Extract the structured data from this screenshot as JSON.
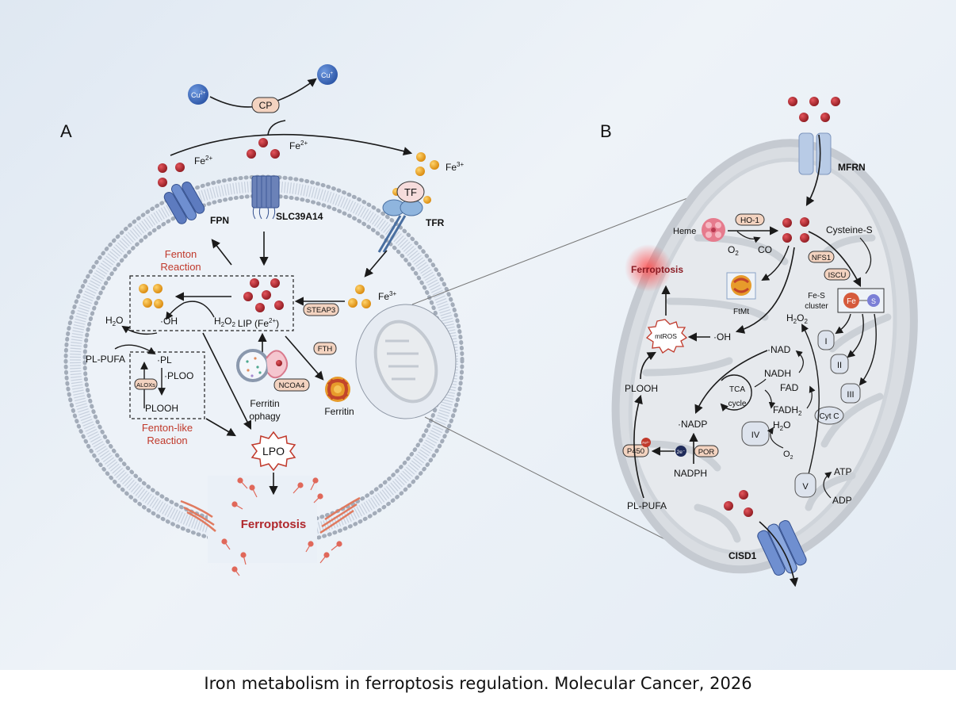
{
  "panel_a": {
    "letter": "A",
    "cu2": "Cu",
    "cu2_sup": "2+",
    "cu1": "Cu",
    "cu1_sup": "+",
    "cp": "CP",
    "fe_label": "Fe",
    "fe2_sup": "2+",
    "fe3_sup": "3+",
    "tf": "TF",
    "fpn": "FPN",
    "slc": "SLC39A14",
    "tfr": "TFR",
    "fenton_line1": "Fenton",
    "fenton_line2": "Reaction",
    "lip": "LIP (Fe",
    "lip_tail": ")",
    "oh": "·OH",
    "h2o2": "H",
    "h2o": "H",
    "steap3": "STEAP3",
    "fth": "FTH",
    "ncoa4": "NCOA4",
    "ferritin": "Ferritin",
    "ferritinophagy_line1": "Ferritin",
    "ferritinophagy_line2": "ophagy",
    "pl_pufa": "PL-PUFA",
    "pl": "·PL",
    "ploo": "·PLOO",
    "alox": "ALOXs",
    "plooh": "PLOOH",
    "fenton_like_line1": "Fenton-like",
    "fenton_like_line2": "Reaction",
    "lpo": "LPO",
    "ferroptosis": "Ferroptosis"
  },
  "panel_b": {
    "letter": "B",
    "mfrn": "MFRN",
    "heme": "Heme",
    "ho1": "HO-1",
    "o2": "O",
    "co": "CO",
    "cysteine": "Cysteine-S",
    "nfs1": "NFS1",
    "iscu": "ISCU",
    "fes_line1": "Fe-S",
    "fes_line2": "cluster",
    "fe": "Fe",
    "s": "S",
    "ftmt": "FtMt",
    "ferroptosis": "Ferroptosis",
    "mtros": "mtROS",
    "oh": "·OH",
    "h2o2": "H",
    "nad": "·NAD",
    "nadh": "NADH",
    "fad": "FAD",
    "fadh2": "FADH",
    "tca_line1": "TCA",
    "tca_line2": "cycle",
    "nadp": "·NADP",
    "nadph": "NADPH",
    "plooh": "PLOOH",
    "pl_pufa": "PL-PUFA",
    "p450": "P450",
    "fe3": "Fe³⁺",
    "two_e": "2e⁻",
    "por": "POR",
    "h2o": "H",
    "o2b": "O",
    "cytc": "Cyt C",
    "c1": "I",
    "c2": "II",
    "c3": "III",
    "c4": "IV",
    "c5": "V",
    "atp": "ATP",
    "adp": "ADP",
    "cisd1": "CISD1"
  },
  "caption": "Iron metabolism in ferroptosis regulation. Molecular Cancer, 2026",
  "colors": {
    "iron2": "#a8232a",
    "iron3": "#e09a1a",
    "cu": "#3d6cc0",
    "membrane": "#9aa5b5",
    "red_text": "#c0392b"
  }
}
